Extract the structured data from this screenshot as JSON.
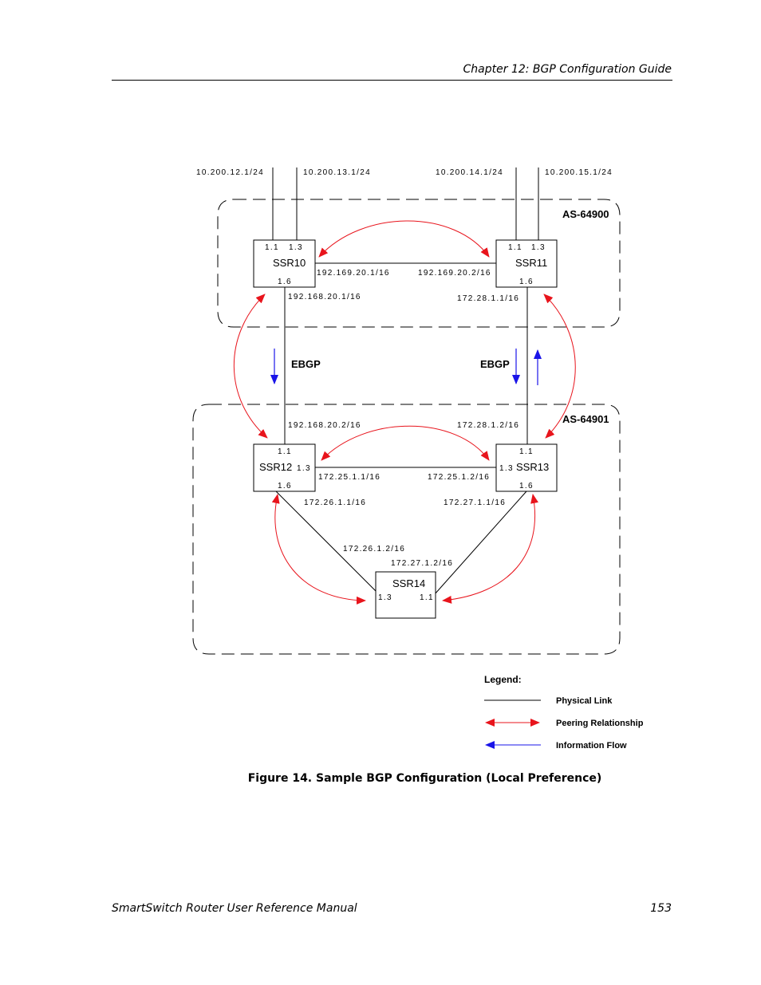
{
  "header": {
    "chapter": "Chapter 12: BGP Configuration Guide"
  },
  "footer": {
    "manual": "SmartSwitch Router User Reference Manual",
    "page": "153"
  },
  "caption": "Figure 14.  Sample BGP Configuration (Local Preference)",
  "diagram": {
    "as_top": "AS-64900",
    "as_bottom": "AS-64901",
    "ebgp_left": "EBGP",
    "ebgp_right": "EBGP",
    "routers": {
      "ssr10": {
        "name": "SSR10",
        "p11": "1.1",
        "p13": "1.3",
        "p16": "1.6"
      },
      "ssr11": {
        "name": "SSR11",
        "p11": "1.1",
        "p13": "1.3",
        "p16": "1.6"
      },
      "ssr12": {
        "name": "SSR12",
        "p11": "1.1",
        "p13": "1.3",
        "p16": "1.6"
      },
      "ssr13": {
        "name": "SSR13",
        "p11": "1.1",
        "p13": "1.3",
        "p16": "1.6"
      },
      "ssr14": {
        "name": "SSR14",
        "p11": "1.1",
        "p13": "1.3"
      }
    },
    "subnets": {
      "n12": "10.200.12.1/24",
      "n13": "10.200.13.1/24",
      "n14": "10.200.14.1/24",
      "n15": "10.200.15.1/24",
      "s10_11_a": "192.169.20.1/16",
      "s10_11_b": "192.169.20.2/16",
      "s10_12_a": "192.168.20.1/16",
      "s10_12_b": "192.168.20.2/16",
      "s11_13_a": "172.28.1.1/16",
      "s11_13_b": "172.28.1.2/16",
      "s12_13_a": "172.25.1.1/16",
      "s12_13_b": "172.25.1.2/16",
      "s12_14_a": "172.26.1.1/16",
      "s12_14_b": "172.26.1.2/16",
      "s13_14_a": "172.27.1.1/16",
      "s13_14_b": "172.27.1.2/16"
    },
    "colors": {
      "peering": "#e8141c",
      "info_flow": "#1a14e8",
      "link": "#000000"
    }
  },
  "legend": {
    "title": "Legend:",
    "physical": "Physical Link",
    "peering": "Peering Relationship",
    "info": "Information Flow"
  }
}
